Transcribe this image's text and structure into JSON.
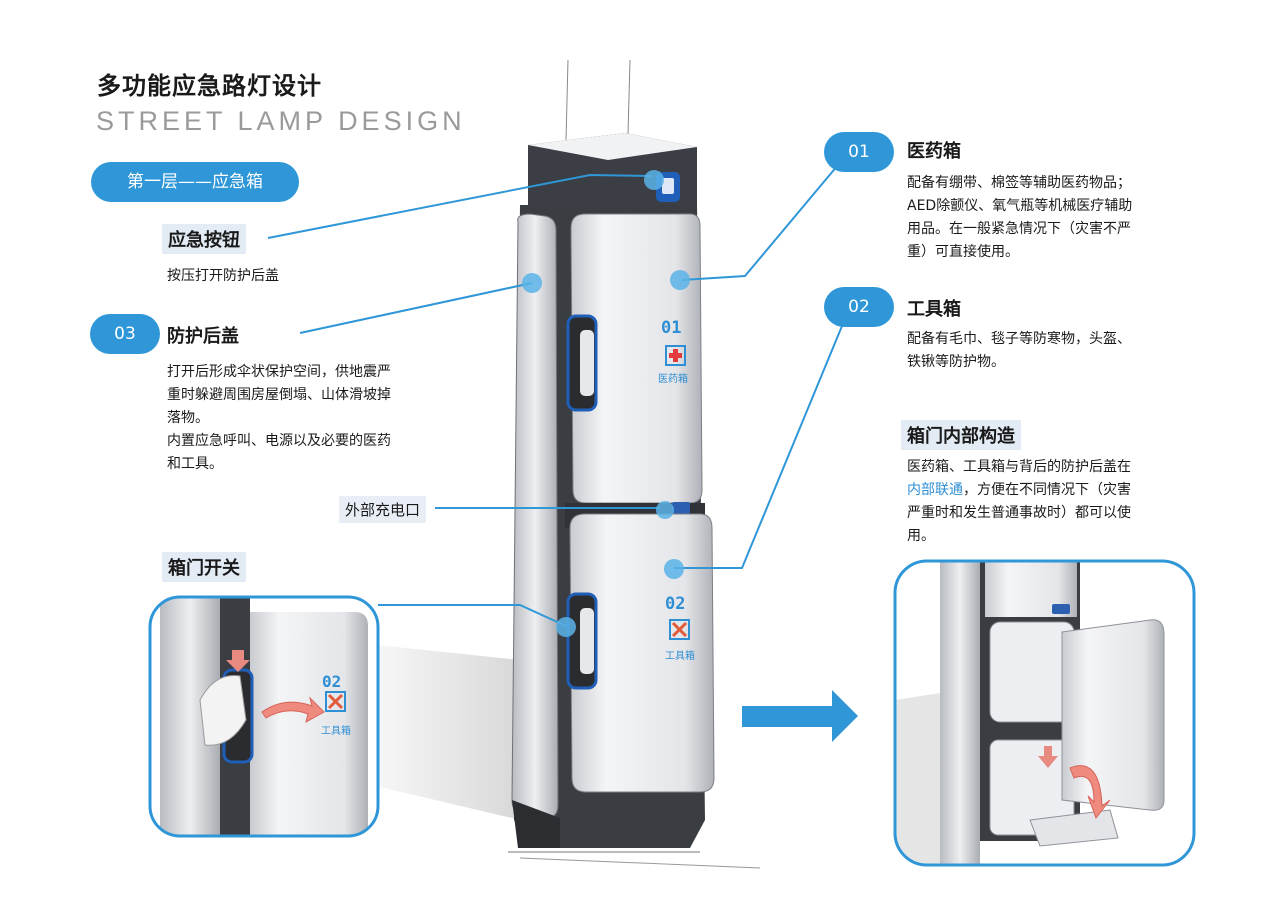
{
  "header": {
    "title": "多功能应急路灯设计",
    "subtitle": "STREET LAMP DESIGN"
  },
  "layer_pill": "第一层——应急箱",
  "left": {
    "emergency_button": {
      "label": "应急按钮",
      "desc": "按压打开防护后盖"
    },
    "rear_cover": {
      "number": "03",
      "label": "防护后盖",
      "desc_lines": [
        "打开后形成伞状保护空间，供地震严",
        "重时躲避周围房屋倒塌、山体滑坡掉",
        "落物。",
        "内置应急呼叫、电源以及必要的医药",
        "和工具。"
      ]
    },
    "charging_port": "外部充电口",
    "door_switch": "箱门开关"
  },
  "right": {
    "medical_box": {
      "number": "01",
      "label": "医药箱",
      "desc_lines": [
        "配备有绷带、棉签等辅助医药物品；",
        "AED除颤仪、氧气瓶等机械医疗辅助",
        "用品。在一般紧急情况下（灾害不严",
        "重）可直接使用。"
      ]
    },
    "tool_box": {
      "number": "02",
      "label": "工具箱",
      "desc_lines": [
        "配备有毛巾、毯子等防寒物，头盔、",
        "铁锹等防护物。"
      ]
    },
    "door_structure": {
      "label": "箱门内部构造",
      "line1": "医药箱、工具箱与背后的防护后盖在",
      "line2_link": "内部联通",
      "line2_rest": "，方便在不同情况下（灾害",
      "line3": "严重时和发生普通事故时）都可以使",
      "line4": "用。"
    }
  },
  "panels": {
    "medical": {
      "number": "01",
      "label": "医药箱"
    },
    "tools": {
      "number": "02",
      "label": "工具箱"
    }
  },
  "colors": {
    "accent": "#2f97d8",
    "highlight_bg": "#e3ebf5",
    "body_dark": "#3a3d42",
    "panel": "#e8e9ec"
  }
}
